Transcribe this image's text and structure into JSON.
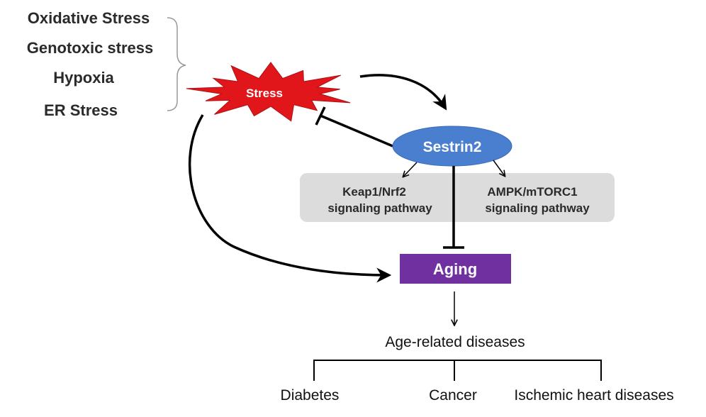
{
  "stressors": [
    "Oxidative Stress",
    "Genotoxic stress",
    "Hypoxia",
    "ER Stress"
  ],
  "stress_label": "Stress",
  "sestrin_label": "Sestrin2",
  "pathways": {
    "left": [
      "Keap1/Nrf2",
      "signaling pathway"
    ],
    "right": [
      "AMPK/mTORC1",
      "signaling pathway"
    ]
  },
  "aging_label": "Aging",
  "age_related_label": "Age-related diseases",
  "diseases": [
    "Diabetes",
    "Cancer",
    "Ischemic heart diseases"
  ],
  "colors": {
    "stress_burst": "#e0161b",
    "sestrin_ellipse": "#4a7fd0",
    "pathway_box": "#dcdcdc",
    "aging_box": "#7030a0",
    "lines": "#000000"
  }
}
